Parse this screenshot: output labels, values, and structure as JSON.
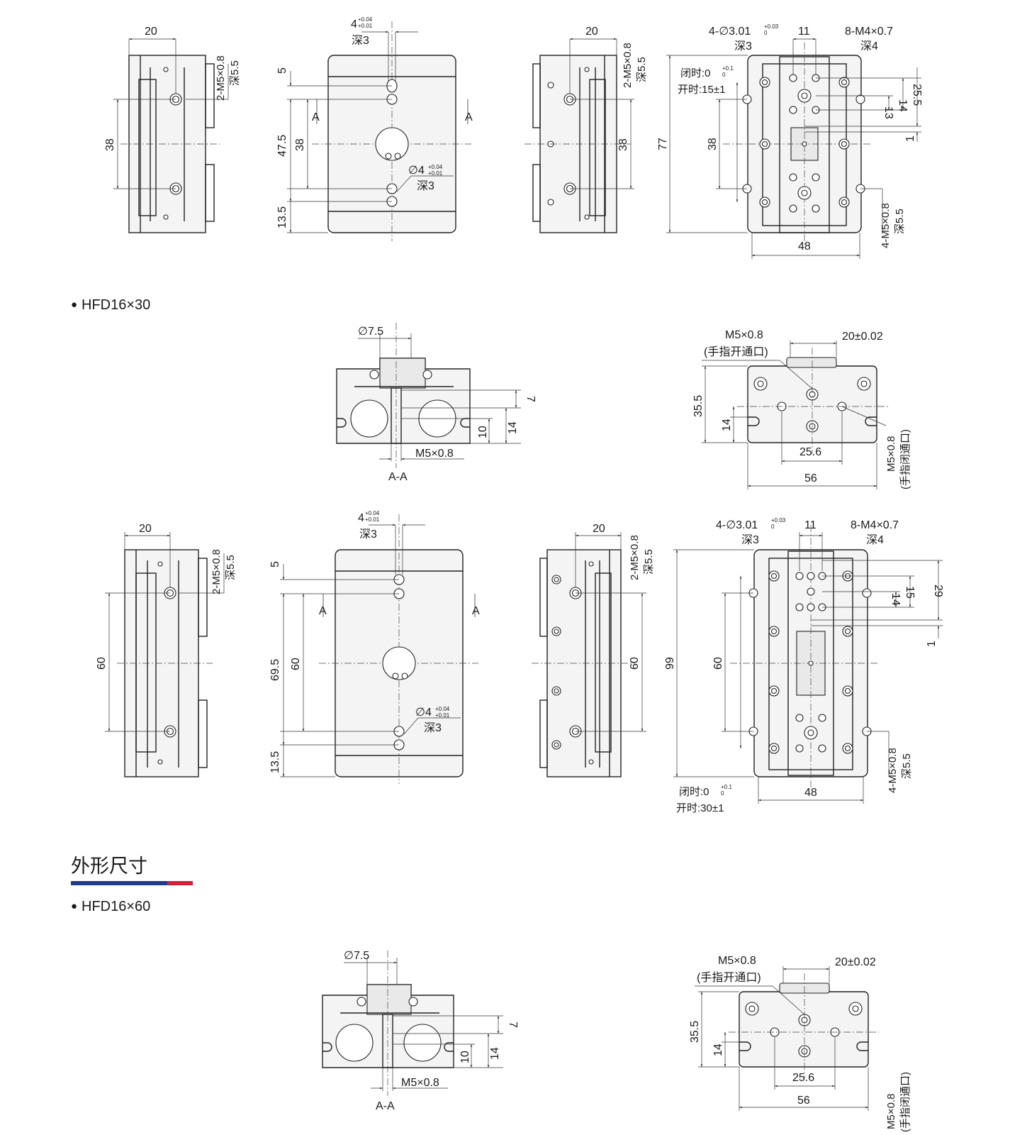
{
  "section_heading": "外形尺寸",
  "section_colors": {
    "blue": "#1f3c88",
    "red": "#d3213a"
  },
  "model_16x30": "HFD16×30",
  "model_16x60": "HFD16×60",
  "bullet": "●",
  "dims": {
    "d20": "20",
    "d38": "38",
    "d60": "60",
    "d5": "5",
    "d47_5": "47.5",
    "d69_5": "69.5",
    "d13_5": "13.5",
    "d77": "77",
    "d99": "99",
    "d11": "11",
    "d13": "13",
    "d14": "14",
    "d15": "15",
    "d25_5": "25.5",
    "d29": "29",
    "d1": "1",
    "d48": "48",
    "d7": "7",
    "d10": "10",
    "d35_5": "35.5",
    "d25_6": "25.6",
    "d56": "56",
    "pin4": "4",
    "tol_plus": "+0.04",
    "tol_minus": "+0.01",
    "depth3": "深3",
    "depth4": "深4",
    "depth5_5": "深5.5",
    "two_m5": "2-M5×0.8",
    "four_m5": "4-M5×0.8",
    "four_phi301": "4-∅3.01",
    "tol_003": "+0.03",
    "tol_0": "0",
    "tol_01": "+0.1",
    "eight_m4": "8-M4×0.7",
    "phi4": "∅4",
    "phi7_5": "∅7.5",
    "m5": "M5×0.8",
    "closed_label": "闭时:0",
    "open15": "开时:15±1",
    "open30": "开时:30±1",
    "finger_open": "(手指开通口)",
    "finger_close": "(手指闭通口)",
    "tol20": "20±0.02",
    "section_a": "A",
    "section_aa": "A-A"
  }
}
